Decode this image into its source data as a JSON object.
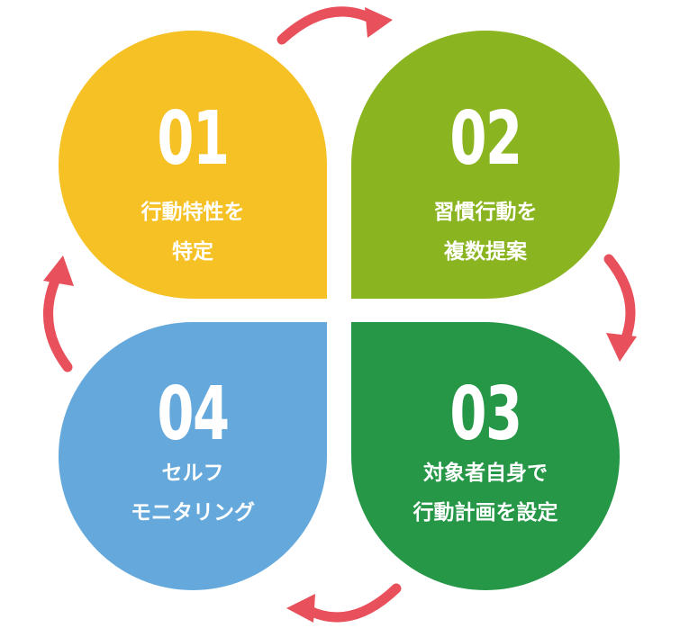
{
  "steps": [
    {
      "number": "01",
      "lines": [
        "行動特性を",
        "特定"
      ],
      "color": "#f6c125"
    },
    {
      "number": "02",
      "lines": [
        "習慣行動を",
        "複数提案"
      ],
      "color": "#8ab521"
    },
    {
      "number": "03",
      "lines": [
        "対象者自身で",
        "行動計画を設定"
      ],
      "color": "#259746"
    },
    {
      "number": "04",
      "lines": [
        "セルフ",
        "モニタリング"
      ],
      "color": "#65a9dc"
    }
  ],
  "arrow_color": "#e8505b"
}
